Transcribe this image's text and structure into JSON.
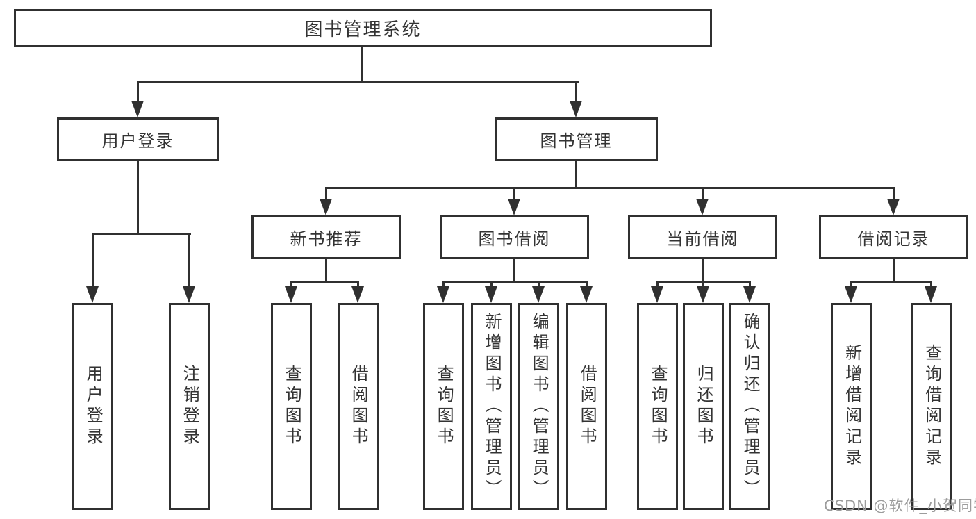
{
  "diagram": {
    "title": "图书管理系统",
    "branches": [
      {
        "label": "用户登录",
        "children": [
          "用户登录",
          "注销登录"
        ]
      },
      {
        "label": "图书管理",
        "groups": [
          {
            "label": "新书推荐",
            "children": [
              "查询图书",
              "借阅图书"
            ]
          },
          {
            "label": "图书借阅",
            "children": [
              "查询图书",
              "新增图书（管理员）",
              "编辑图书（管理员）",
              "借阅图书"
            ]
          },
          {
            "label": "当前借阅",
            "children": [
              "查询图书",
              "归还图书",
              "确认归还（管理员）"
            ]
          },
          {
            "label": "借阅记录",
            "children": [
              "新增借阅记录",
              "查询借阅记录"
            ]
          }
        ]
      }
    ]
  },
  "watermark": {
    "text": "CSDN @软件_小贺同学"
  },
  "colors": {
    "line": "#303030",
    "text": "#333333",
    "watermark": "#9c9c9c",
    "background": "#ffffff"
  }
}
